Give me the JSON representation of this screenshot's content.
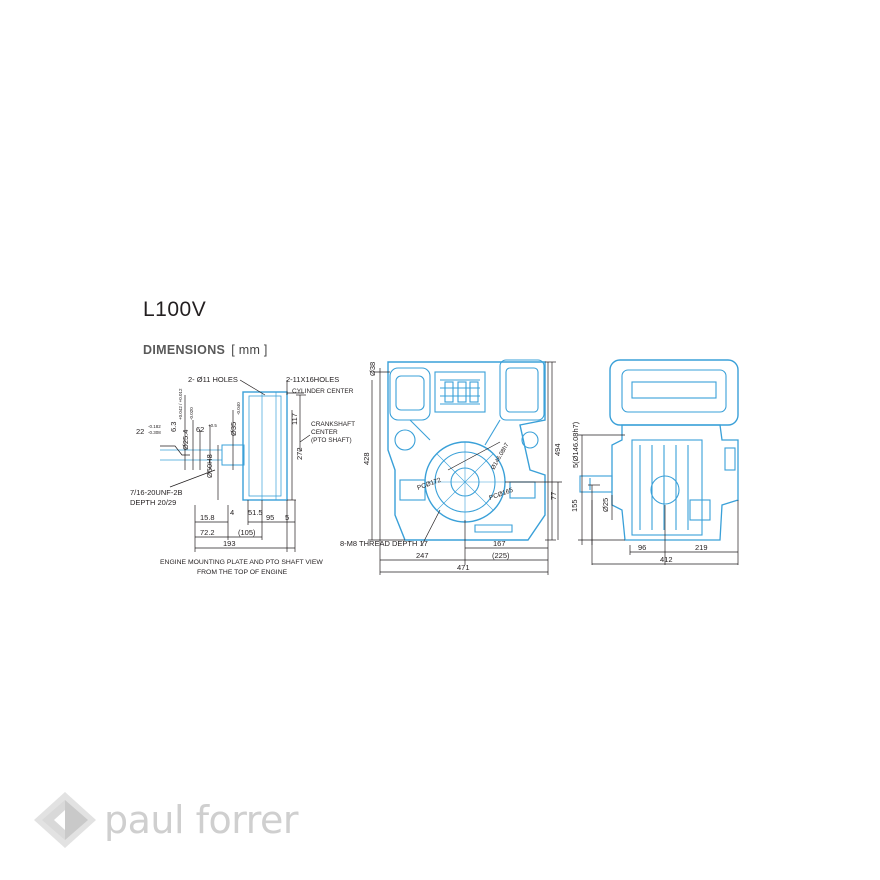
{
  "title": "L100V",
  "dimensions_heading": "DIMENSIONS",
  "dimensions_unit": "[ mm ]",
  "left_view": {
    "holes_label": "2- Ø11 HOLES",
    "holes2_label": "2-11X16HOLES",
    "cylinder_center": "CYLINDER CENTER",
    "crankshaft_center_1": "CRANKSHAFT",
    "crankshaft_center_2": "CENTER",
    "crankshaft_center_3": "(PTO SHAFT)",
    "dim_22": "22",
    "dim_22_tol_top": "-0.182",
    "dim_22_tol_bot": "-0.308",
    "dim_63": "6.3",
    "dim_63_tol": "+0.042 / +0.012",
    "dim_254": "Ø25.4",
    "dim_254_tol": "-0.020",
    "dim_62": "62",
    "dim_62_tol": "+0.5",
    "dim_35": "Ø35",
    "dim_35_tol": "-0.040",
    "dim_50": "Ø50H8",
    "dim_117": "117",
    "dim_272": "272",
    "thread_1": "7/16-20UNF-2B",
    "thread_2": "DEPTH 20/29",
    "dim_158": "15.8",
    "dim_4": "4",
    "dim_515": "51.5",
    "dim_95": "95",
    "dim_5": "5",
    "dim_722": "72.2",
    "dim_105": "(105)",
    "dim_193": "193",
    "caption_1": "ENGINE MOUNTING PLATE AND PTO SHAFT VIEW",
    "caption_2": "FROM THE TOP OF ENGINE"
  },
  "center_view": {
    "dim_38": "Ø38",
    "dim_428": "428",
    "dim_494": "494",
    "dim_146": "Ø146.08h7",
    "pc1": "PCØ172",
    "pc2": "PCØ165",
    "dim_77": "77",
    "thread": "8-M8 THREAD DEPTH 17",
    "dim_167": "167",
    "dim_247": "247",
    "dim_225": "(225)",
    "dim_471": "471"
  },
  "right_view": {
    "dim_5_146": "5(Ø146.08h7)",
    "dim_155": "155",
    "dim_25": "Ø25",
    "dim_96": "96",
    "dim_219": "219",
    "dim_412": "412"
  },
  "logo": {
    "text": "paul forrer",
    "color": "#cfcfcf"
  },
  "colors": {
    "engine_outline": "#3aa0d8",
    "dimension_line": "#231f20"
  }
}
